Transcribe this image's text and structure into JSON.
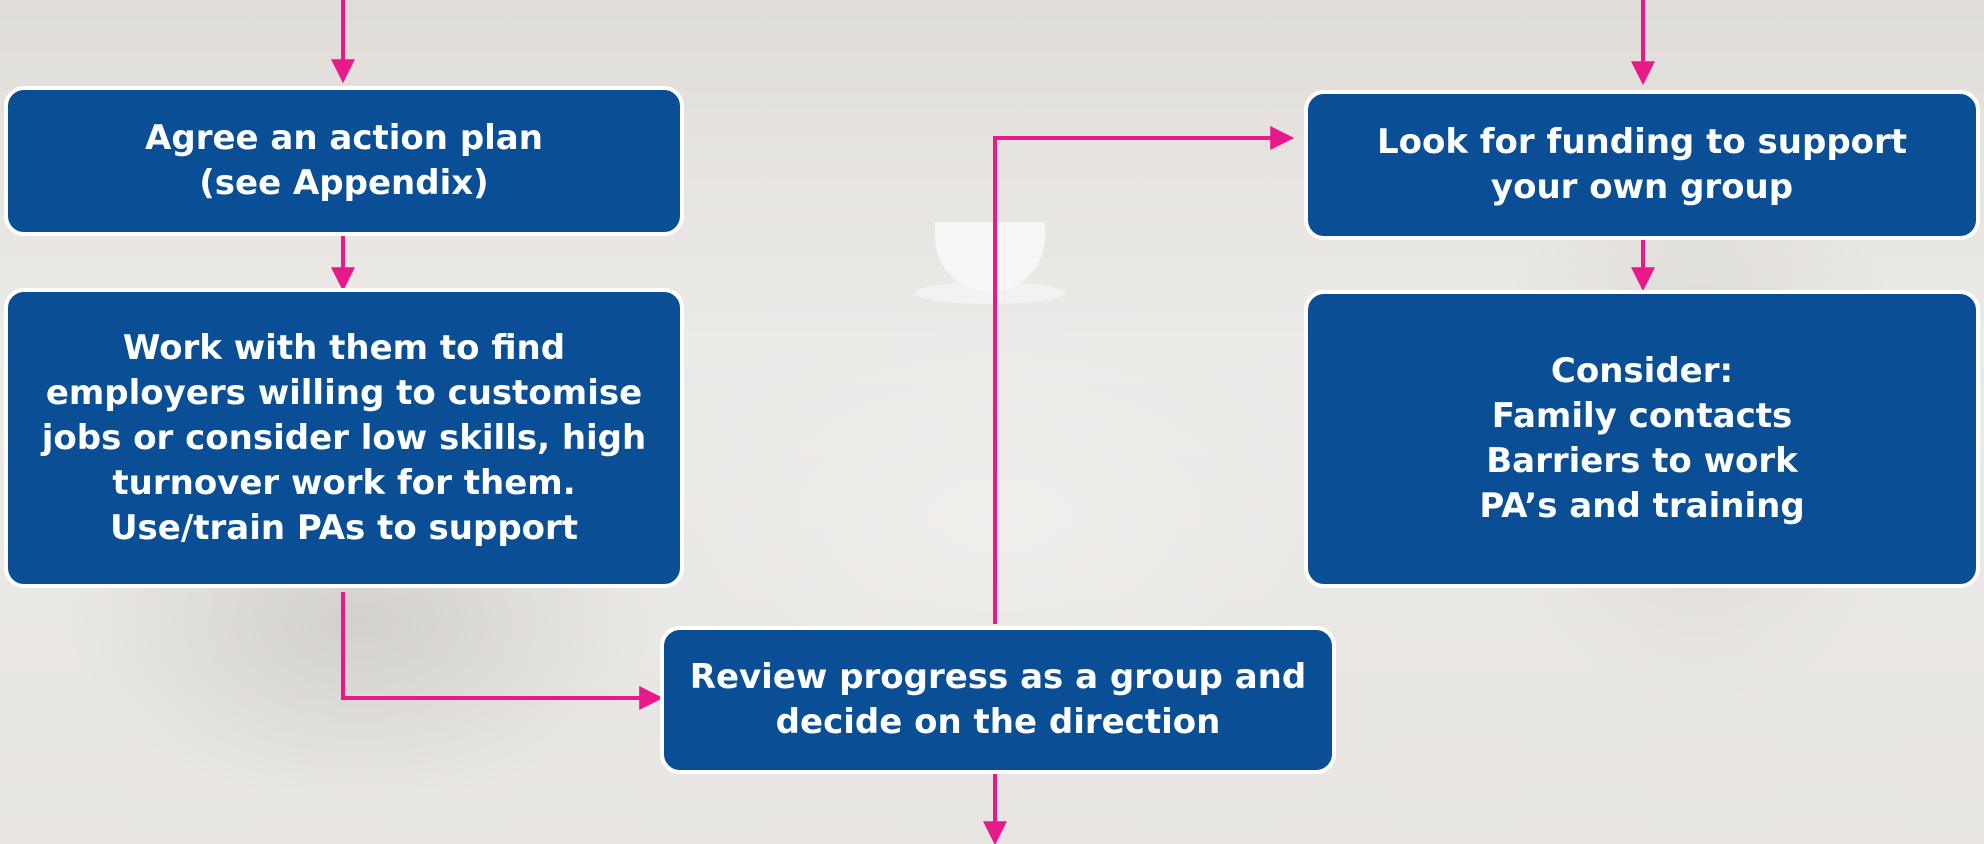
{
  "colors": {
    "box_fill": "#0a4f96",
    "box_border": "#ffffff",
    "box_text": "#ffffff",
    "arrow": "#e8198b"
  },
  "boxes": {
    "agree_plan": {
      "lines": [
        "Agree an action plan",
        "(see Appendix)"
      ]
    },
    "work_with_them": {
      "lines": [
        "Work with them to find",
        "employers willing to customise",
        "jobs or consider low skills, high",
        "turnover work for them.",
        "Use/train PAs to support"
      ]
    },
    "review_progress": {
      "lines": [
        "Review progress as a group and",
        "decide on the direction"
      ]
    },
    "look_for_funding": {
      "lines": [
        "Look for funding to support",
        "your own group"
      ]
    },
    "consider": {
      "lines": [
        "Consider:",
        "Family contacts",
        "Barriers to work",
        "PA’s and training"
      ]
    }
  }
}
